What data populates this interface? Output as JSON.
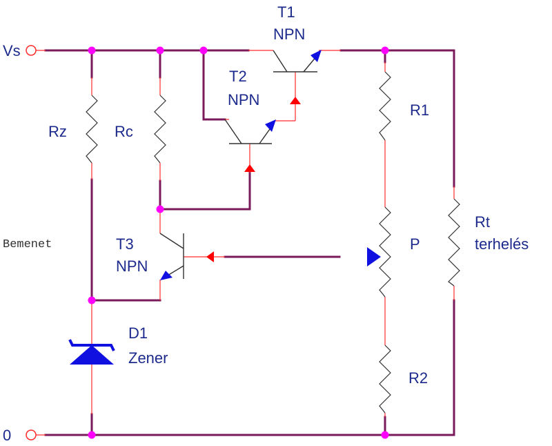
{
  "labels": {
    "vs": "Vs",
    "ground": "0",
    "rz": "Rz",
    "rc": "Rc",
    "input": "Bemenet",
    "t1_name": "T1",
    "t1_type": "NPN",
    "t2_name": "T2",
    "t2_type": "NPN",
    "t3_name": "T3",
    "t3_type": "NPN",
    "r1": "R1",
    "p": "P",
    "r2": "R2",
    "rt_name": "Rt",
    "rt_desc": "terhelés",
    "d1_name": "D1",
    "d1_type": "Zener"
  },
  "colors": {
    "label": "#1c2a8c",
    "wire": "#7a1a5a",
    "lead": "#ff2a2a",
    "node": "#ff00ff",
    "arrow_blue": "#1010e0",
    "arrow_red": "#ff0000"
  }
}
